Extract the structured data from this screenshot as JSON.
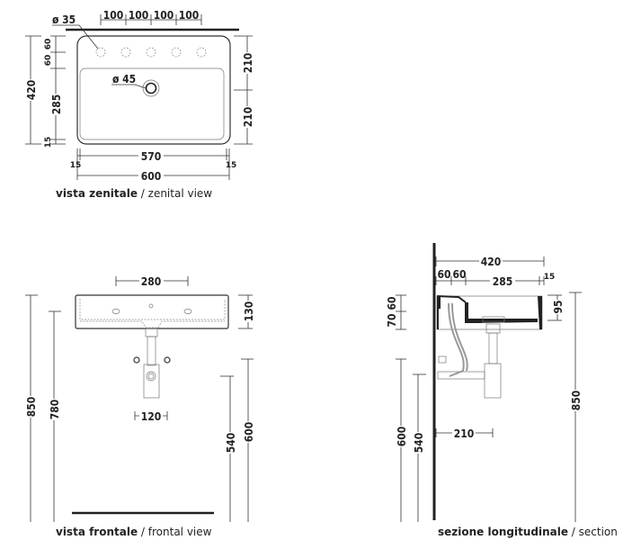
{
  "zenital": {
    "caption_bold": "vista zenitale",
    "caption_sep": " / ",
    "caption_light": "zenital view",
    "hole_spacing": [
      "100",
      "100",
      "100",
      "100"
    ],
    "tap_hole_diameter": "ø 35",
    "drain_diameter": "ø 45",
    "depth_total": "420",
    "basin_depth": "285",
    "offset_1": "60",
    "offset_2": "60",
    "rim_bottom": "15",
    "half_depth_1": "210",
    "half_depth_2": "210",
    "inner_width": "570",
    "rim_left": "15",
    "rim_right": "15",
    "total_width": "600"
  },
  "frontal": {
    "caption_bold": "vista frontale",
    "caption_sep": " / ",
    "caption_light": "frontal view",
    "hole_span": "280",
    "height": "130",
    "trap_spacing": "120",
    "top_height": "850",
    "hole_height": "780",
    "valve_height": "540",
    "drain_height": "600"
  },
  "section": {
    "caption_bold": "sezione longitudinale",
    "caption_sep": " / ",
    "caption_light": "section",
    "depth": "420",
    "offset_1": "60",
    "offset_2": "60",
    "basin": "285",
    "rim": "15",
    "v_70": "70",
    "v_60": "60",
    "basin_height": "95",
    "top_height": "850",
    "drain_height": "600",
    "valve_height": "540",
    "drain_offset": "210"
  }
}
